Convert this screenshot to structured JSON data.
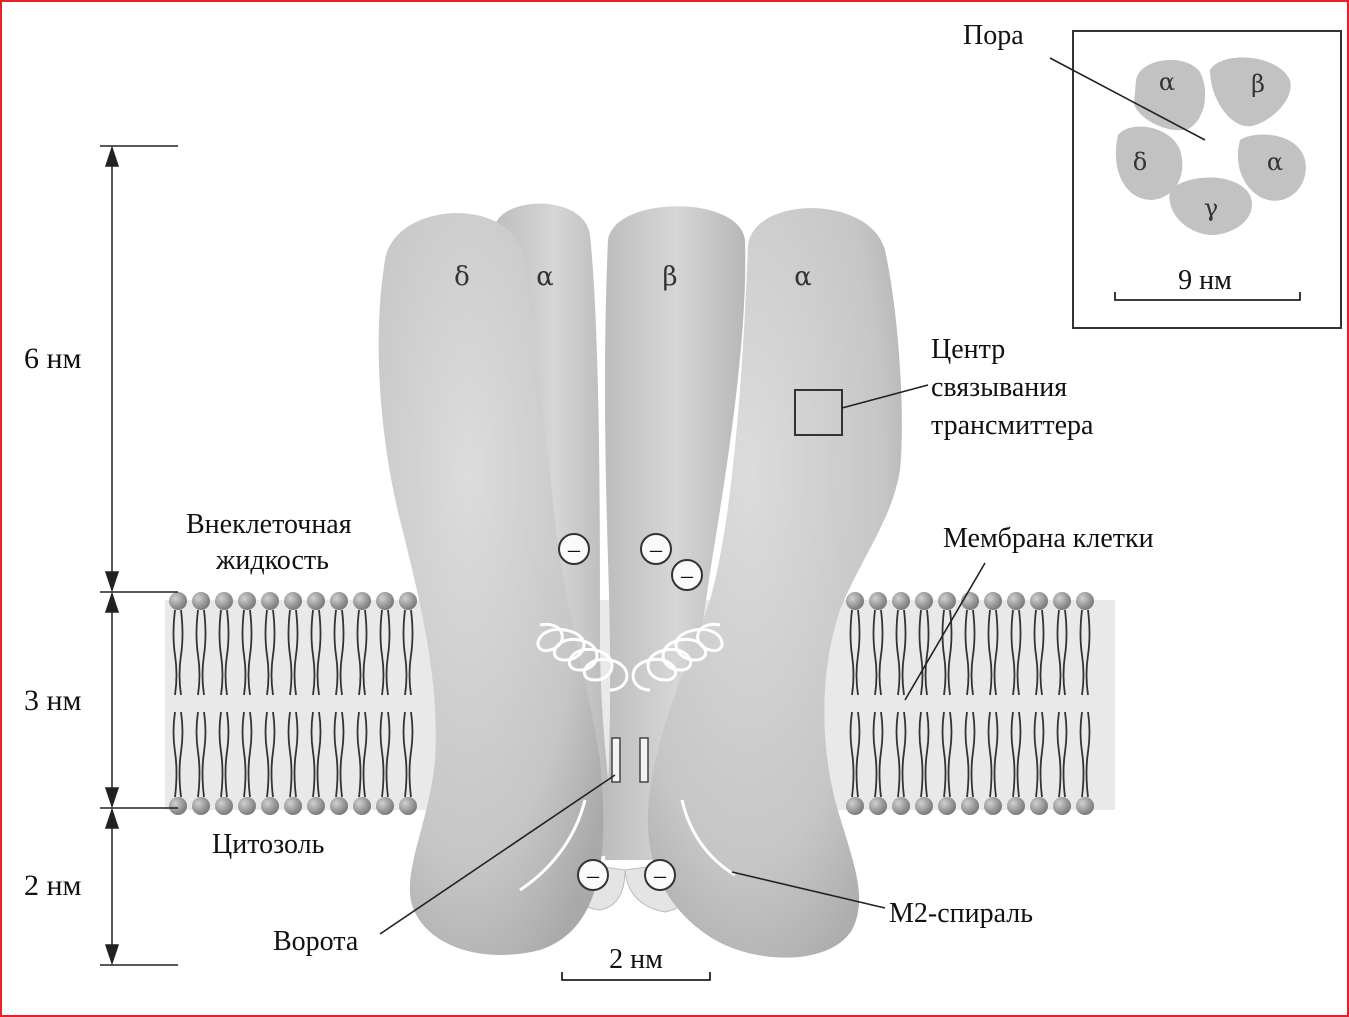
{
  "labels": {
    "dim_6nm": "6 нм",
    "dim_3nm": "3 нм",
    "dim_2nm_vertical": "2 нм",
    "extracellular_line1": "Внеклеточная",
    "extracellular_line2": "жидкость",
    "cytosol": "Цитозоль",
    "gate": "Ворота",
    "pore_width": "2 нм",
    "m2_helix": "М2-спираль",
    "membrane": "Мембрана клетки",
    "binding_line1": "Центр",
    "binding_line2": "связывания",
    "binding_line3": "трансмиттера",
    "pore": "Пора",
    "inset_width": "9 нм"
  },
  "subunits": [
    "δ",
    "α",
    "β",
    "α"
  ],
  "inset_subunits": [
    "α",
    "β",
    "α",
    "γ",
    "δ"
  ],
  "charge_symbol": "–",
  "colors": {
    "frame": "#e8202a",
    "protein": "#c9c9c9",
    "lipid_head": "#9a9a9a",
    "text": "#111111"
  }
}
